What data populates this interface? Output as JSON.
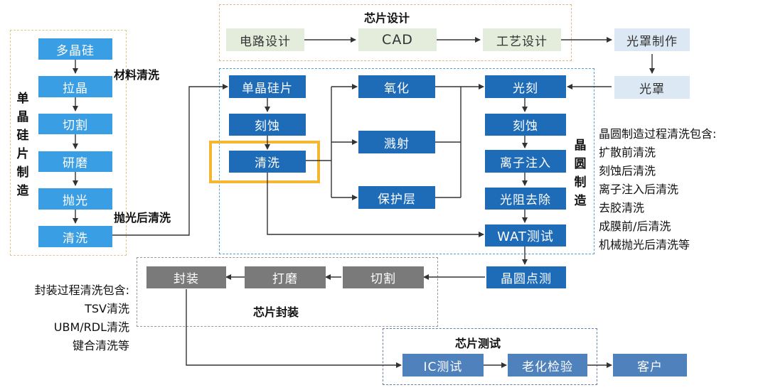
{
  "silicon": {
    "title": "单晶硅片制造",
    "steps": [
      "多晶硅",
      "拉晶",
      "切割",
      "研磨",
      "抛光",
      "清洗"
    ],
    "label_material": "材料清洗",
    "label_polish": "抛光后清洗"
  },
  "design": {
    "title": "芯片设计",
    "steps": [
      "电路设计",
      "CAD",
      "工艺设计"
    ],
    "mask_make": "光罩制作",
    "mask": "光罩"
  },
  "wafer": {
    "title": "晶圆制造",
    "left": [
      "单晶硅片",
      "刻蚀",
      "清洗"
    ],
    "mid": [
      "氧化",
      "溅射",
      "保护层"
    ],
    "right": [
      "光刻",
      "刻蚀",
      "离子注入",
      "光阻去除",
      "WAT测试"
    ],
    "probe": "晶圆点测"
  },
  "wafer_notes": {
    "title": "晶圆制造过程清洗包含:",
    "items": [
      "扩散前清洗",
      "刻蚀后清洗",
      "离子注入后清洗",
      "去胶清洗",
      "成膜前/后清洗",
      "机械抛光后清洗等"
    ]
  },
  "package": {
    "title": "芯片封装",
    "steps": [
      "切割",
      "打磨",
      "封装"
    ]
  },
  "package_notes": {
    "title": "封装过程清洗包含:",
    "items": [
      "TSV清洗",
      "UBM/RDL清洗",
      "键合清洗等"
    ]
  },
  "test": {
    "title": "芯片测试",
    "steps": [
      "IC测试",
      "老化检验",
      "客户"
    ]
  },
  "colors": {
    "light_blue": "#3a9ee4",
    "dark_blue": "#1e6bb8",
    "gray": "#7a7a7a",
    "highlight": "#f5b731",
    "green_box": "#e4eddc",
    "pale_blue": "#dce8f4"
  }
}
